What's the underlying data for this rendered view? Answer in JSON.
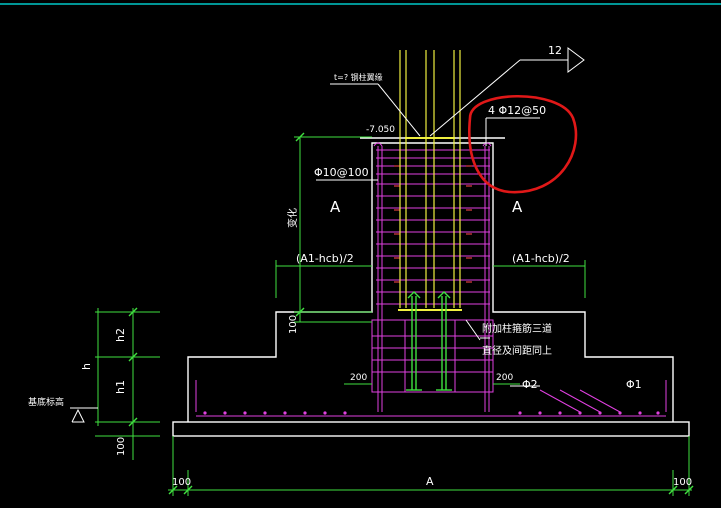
{
  "colors": {
    "background": "#000000",
    "top_rule": "#00c8c8",
    "outline": "#ffffff",
    "rebar": "#e040e0",
    "column": "#f0f040",
    "dimension": "#40e040",
    "cut_mark": "#e04040",
    "markup_circle": "#e01818",
    "text": "#ffffff"
  },
  "labels": {
    "leader_number": "12",
    "column_steel_note": "t=? 钢柱翼缘",
    "stirrup_spec_top": "4 Φ12@50",
    "top_elevation": "-7.050",
    "stirrup_spec_left": "Φ10@100",
    "section_left": "A",
    "section_right": "A",
    "height_dim": "变化",
    "offset_left": "(A1-hcb)/2",
    "offset_right": "(A1-hcb)/2",
    "dim_100_vertical": "100",
    "note_line1": "附加柱箍筋三道",
    "note_line2": "直径及间距同上",
    "dim_200_left": "200",
    "dim_200_right": "200",
    "rebar_phi2": "Φ2",
    "rebar_phi1": "Φ1",
    "dim_h2": "h2",
    "dim_h": "h",
    "dim_h1": "h1",
    "base_elevation": "基底标高",
    "dim_100_bottom": "100",
    "dim_100_left": "100",
    "dim_A": "A",
    "dim_100_right": "100"
  }
}
